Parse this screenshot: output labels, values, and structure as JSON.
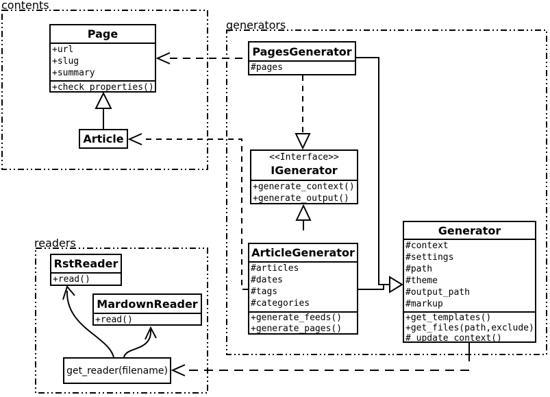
{
  "packages": {
    "contents": "contents",
    "generators": "generators",
    "readers": "readers"
  },
  "classes": {
    "page": {
      "name": "Page",
      "attrs": [
        "+url",
        "+slug",
        "+summary"
      ],
      "methods": [
        "+check_properties()"
      ]
    },
    "article": {
      "name": "Article"
    },
    "pagesGenerator": {
      "name": "PagesGenerator",
      "attrs": [
        "#pages"
      ]
    },
    "iGenerator": {
      "stereotype": "<<Interface>>",
      "name": "IGenerator",
      "methods": [
        "+generate_context()",
        "+generate_output()"
      ]
    },
    "articleGenerator": {
      "name": "ArticleGenerator",
      "attrs": [
        "#articles",
        "#dates",
        "#tags",
        "#categories"
      ],
      "methods": [
        "+generate_feeds()",
        "+generate_pages()"
      ]
    },
    "generator": {
      "name": "Generator",
      "attrs": [
        "#context",
        "#settings",
        "#path",
        "#theme",
        "#output_path",
        "#markup"
      ],
      "methods": [
        "+get_templates()",
        "+get_files(path,exclude)",
        "#_update_context()"
      ]
    },
    "rstReader": {
      "name": "RstReader",
      "methods": [
        "+read()"
      ]
    },
    "markdownReader": {
      "name": "MardownReader",
      "methods": [
        "+read()"
      ]
    },
    "getReader": {
      "label": "get_reader(filename)"
    }
  },
  "edges": [
    {
      "from": "Article",
      "to": "Page",
      "type": "generalization"
    },
    {
      "from": "PagesGenerator",
      "to": "Page",
      "type": "dependency"
    },
    {
      "from": "PagesGenerator",
      "to": "IGenerator",
      "type": "realization"
    },
    {
      "from": "ArticleGenerator",
      "to": "IGenerator",
      "type": "generalization"
    },
    {
      "from": "PagesGenerator",
      "to": "Generator",
      "type": "generalization"
    },
    {
      "from": "ArticleGenerator",
      "to": "Generator",
      "type": "generalization"
    },
    {
      "from": "ArticleGenerator",
      "to": "Article",
      "type": "dependency"
    },
    {
      "from": "Generator",
      "to": "get_reader(filename)",
      "type": "dependency"
    },
    {
      "from": "get_reader(filename)",
      "to": "RstReader",
      "type": "arrow"
    },
    {
      "from": "get_reader(filename)",
      "to": "MardownReader",
      "type": "arrow"
    }
  ],
  "colors": {
    "line": "#000000",
    "background": "#ffffff"
  }
}
